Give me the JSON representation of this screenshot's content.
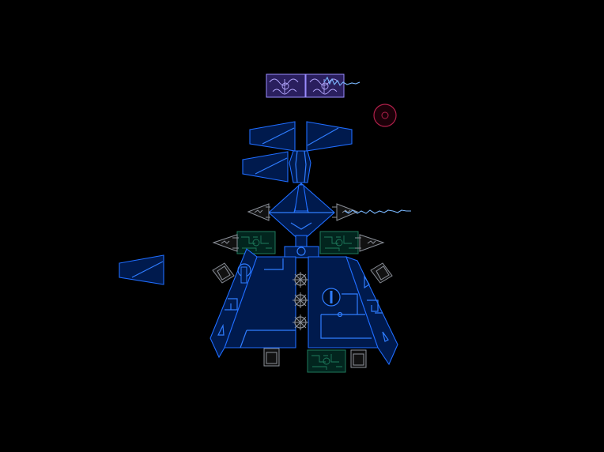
{
  "scene": {
    "background_color": "#000000",
    "hull_color": "#001a4d",
    "edge_color": "#1f6dff",
    "circuit_color": "#1f7a5c",
    "energy_color": "#9a8cff",
    "enemy_color": "#b0204a"
  },
  "icons": [
    "ship-hull",
    "wing-panel",
    "thruster-icon",
    "circuit-module",
    "gear-icon",
    "turret-pod",
    "energy-core",
    "lightning-beam",
    "enemy-orb"
  ]
}
